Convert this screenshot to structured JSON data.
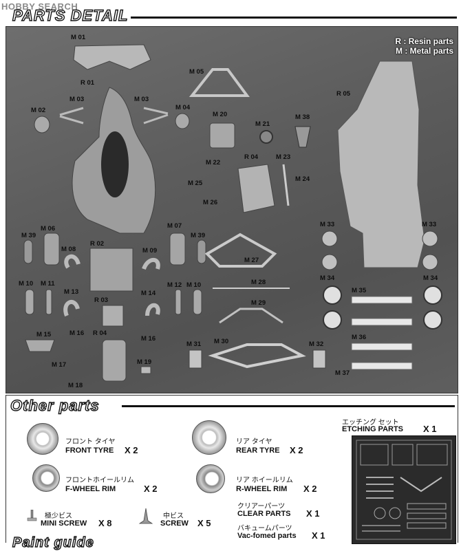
{
  "watermark": "HOBBY SEARCH",
  "parts_detail": {
    "title": "PARTS DETAIL",
    "legend": {
      "resin": "R : Resin parts",
      "metal": "M : Metal parts"
    },
    "labels": [
      "M 01",
      "R 01",
      "M 02",
      "M 03",
      "M 03",
      "M 04",
      "M 05",
      "R 05",
      "M 20",
      "M 21",
      "M 38",
      "M 22",
      "R 04",
      "M 23",
      "M 24",
      "M 25",
      "M 26",
      "M 39",
      "M 06",
      "R 02",
      "M 08",
      "M 09",
      "M 07",
      "M 39",
      "M 33",
      "M 33",
      "M 27",
      "M 10",
      "M 11",
      "M 13",
      "R 03",
      "M 14",
      "M 12",
      "M 10",
      "M 28",
      "M 34",
      "M 35",
      "M 34",
      "M 29",
      "M 15",
      "M 16",
      "R 04",
      "M 16",
      "M 31",
      "M 30",
      "M 32",
      "M 36",
      "M 17",
      "M 19",
      "M 18",
      "M 37"
    ]
  },
  "other_parts": {
    "title": "Other parts",
    "items": [
      {
        "jp": "フロント タイヤ",
        "en": "FRONT TYRE",
        "qty": "X 2"
      },
      {
        "jp": "リア タイヤ",
        "en": "REAR TYRE",
        "qty": "X 2"
      },
      {
        "jp": "フロントホイールリム",
        "en": "F-WHEEL RIM",
        "qty": "X 2"
      },
      {
        "jp": "リア ホイールリム",
        "en": "R-WHEEL RIM",
        "qty": "X 2"
      },
      {
        "jp": "極少ビス",
        "en": "MINI SCREW",
        "qty": "X 8"
      },
      {
        "jp": "中ビス",
        "en": "SCREW",
        "qty": "X 5"
      },
      {
        "jp": "クリアーパーツ",
        "en": "CLEAR PARTS",
        "qty": "X 1"
      },
      {
        "jp": "バキュームパーツ",
        "en": "Vac-fomed parts",
        "qty": "X 1"
      },
      {
        "jp": "エッチング セット",
        "en": "ETCHING PARTS",
        "qty": "X 1"
      }
    ]
  },
  "footer_title": "Paint guide"
}
